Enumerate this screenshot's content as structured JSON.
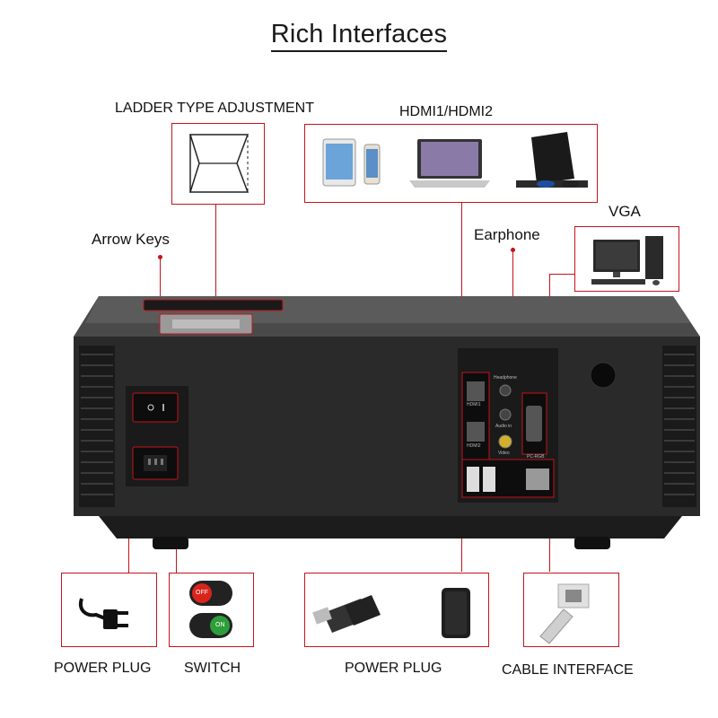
{
  "title": "Rich Interfaces",
  "labels": {
    "ladder": "LADDER TYPE ADJUSTMENT",
    "hdmi": "HDMI1/HDMI2",
    "arrow_keys": "Arrow Keys",
    "earphone": "Earphone",
    "vga": "VGA",
    "power_plug_left": "POWER PLUG",
    "switch": "SWITCH",
    "power_plug_usb": "POWER PLUG",
    "cable_interface": "CABLE INTERFACE"
  },
  "port_labels": {
    "hdmi1": "HDMI1",
    "hdmi2": "HDMI2",
    "headphone": "Headphone",
    "audio_in": "Audio in",
    "video": "Video",
    "pc_rgb": "PC-RGB"
  },
  "switch_states": {
    "off": "OFF",
    "on": "ON"
  },
  "colors": {
    "accent_line": "#c4141b",
    "projector_body": "#2b2b2b",
    "switch_red": "#d9241c",
    "switch_green": "#2e9e3a"
  }
}
